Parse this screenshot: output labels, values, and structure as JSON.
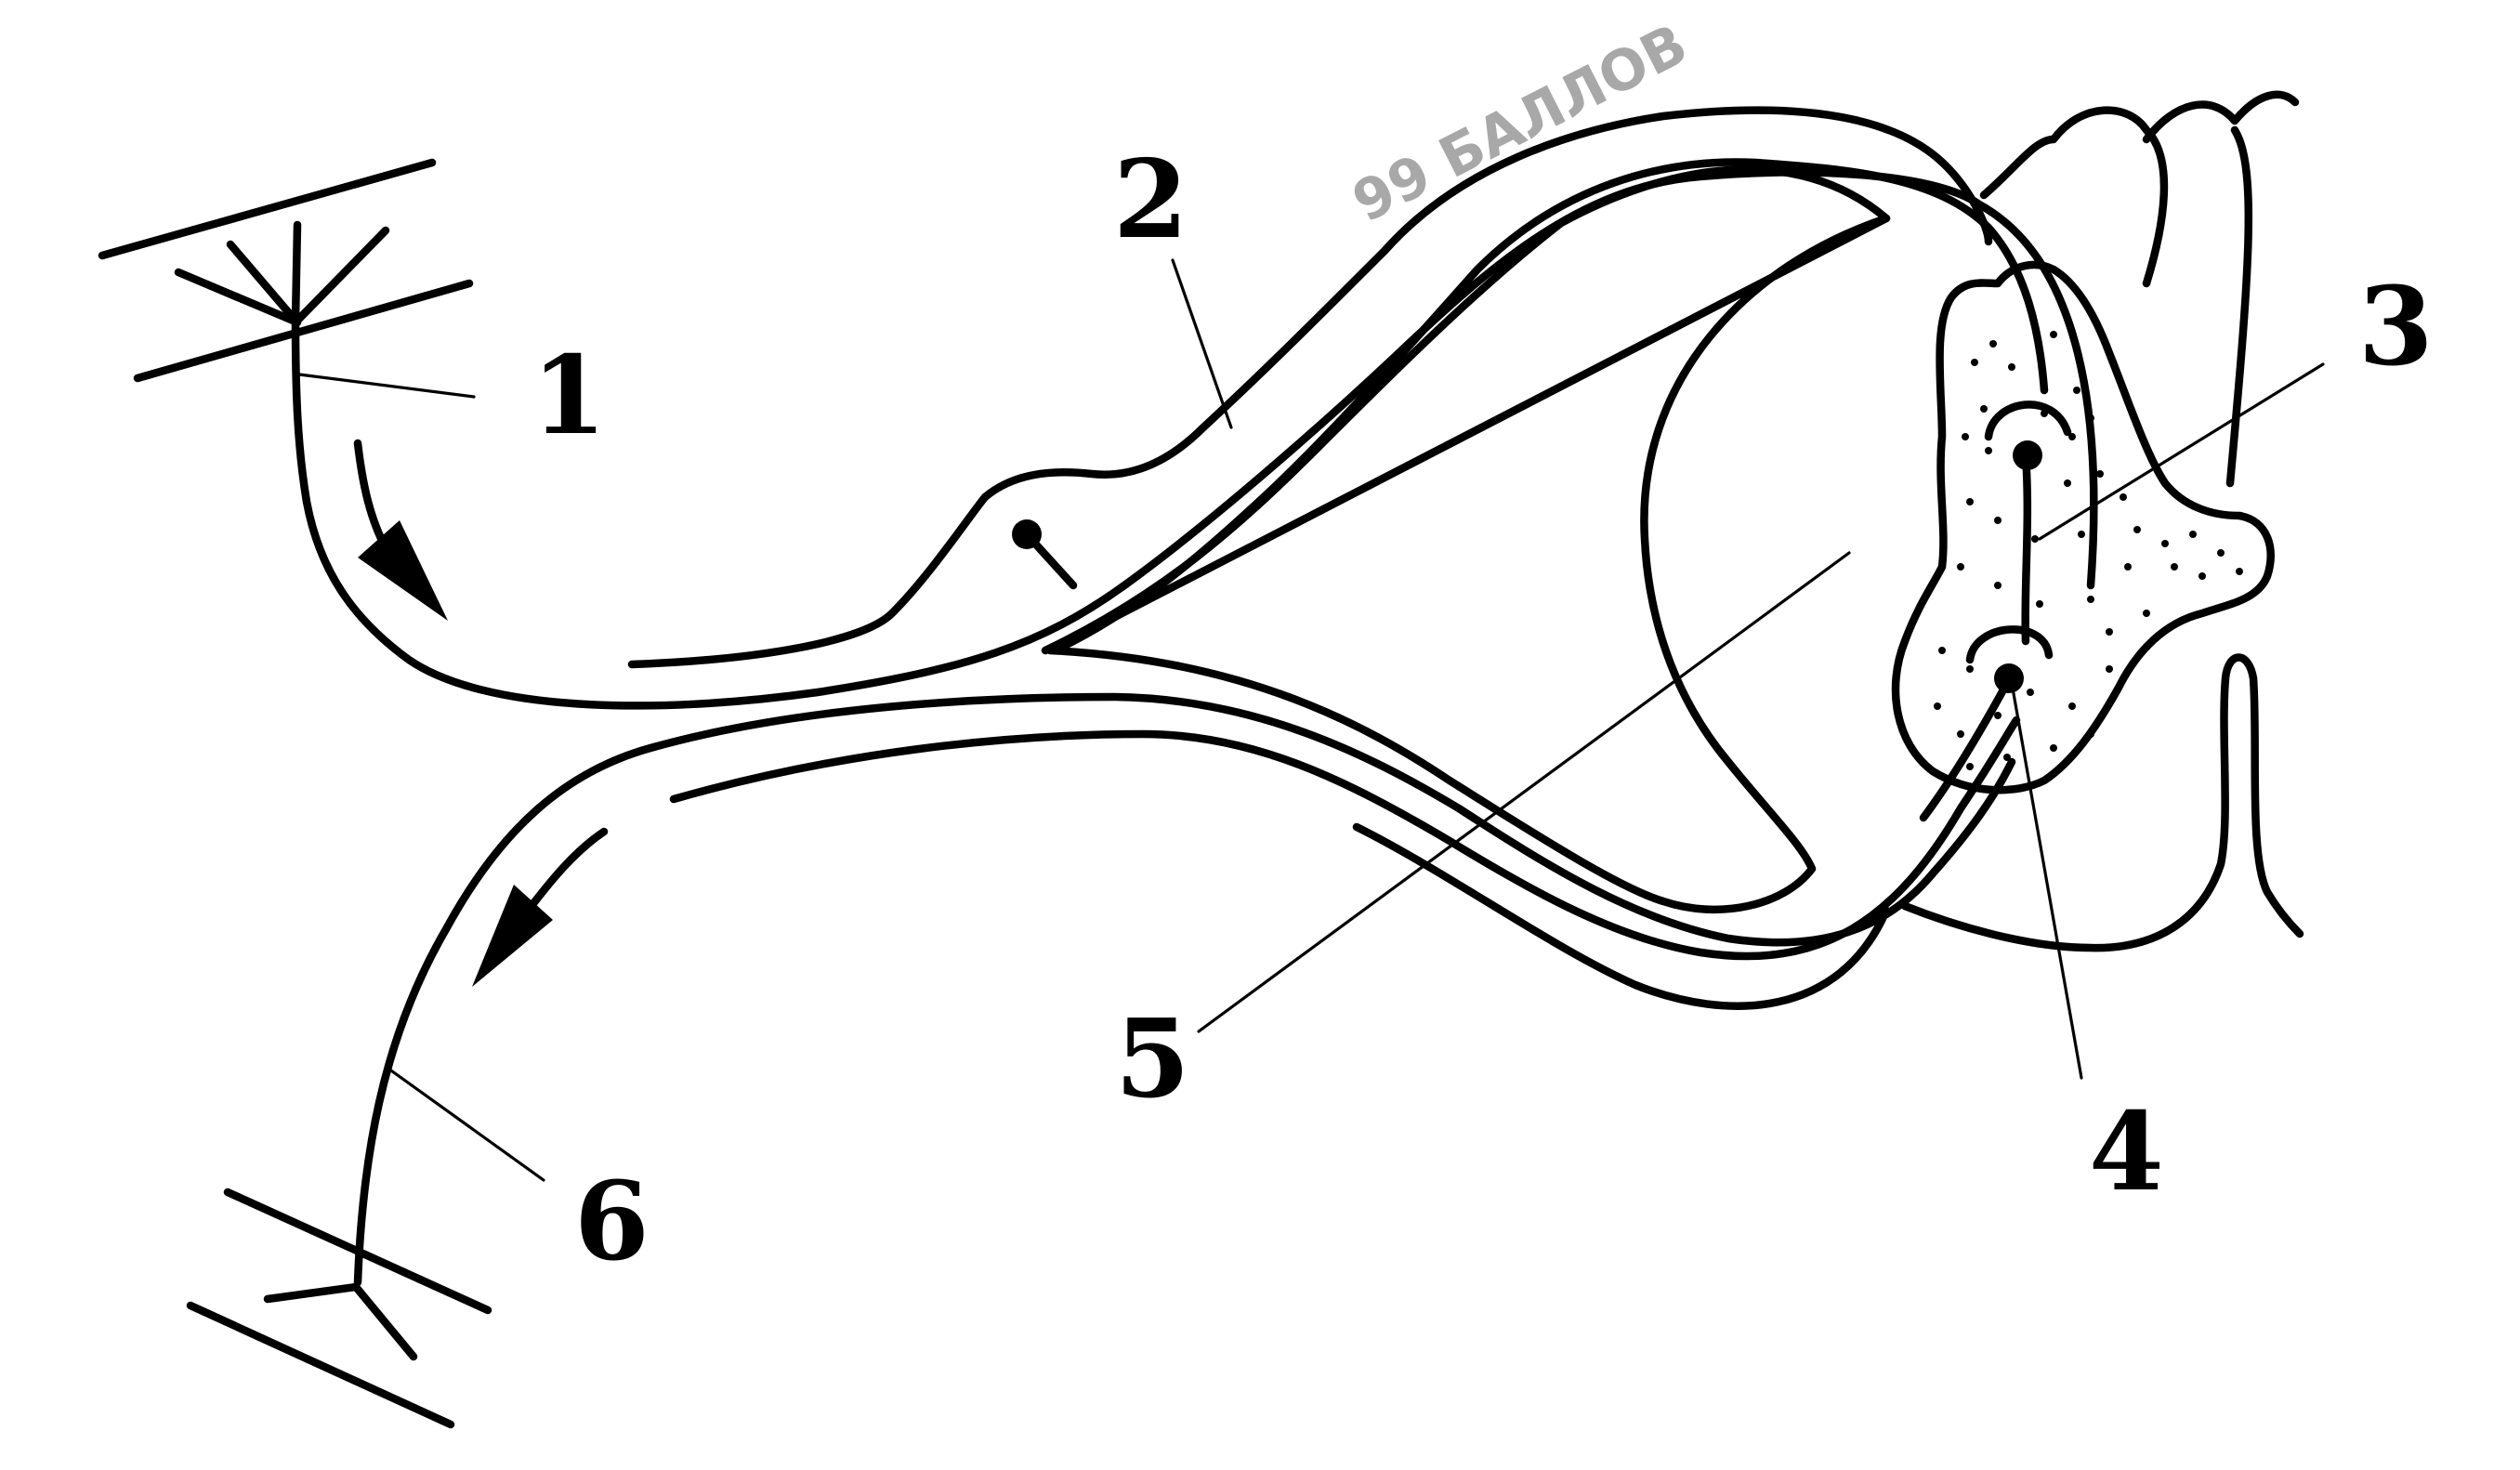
{
  "watermark": "99 БАЛЛОВ",
  "labels": {
    "receptor": "1",
    "sensory_neuron": "2",
    "interneuron": "3",
    "synapse": "4",
    "spinal_cord_section": "5",
    "effector": "6"
  }
}
